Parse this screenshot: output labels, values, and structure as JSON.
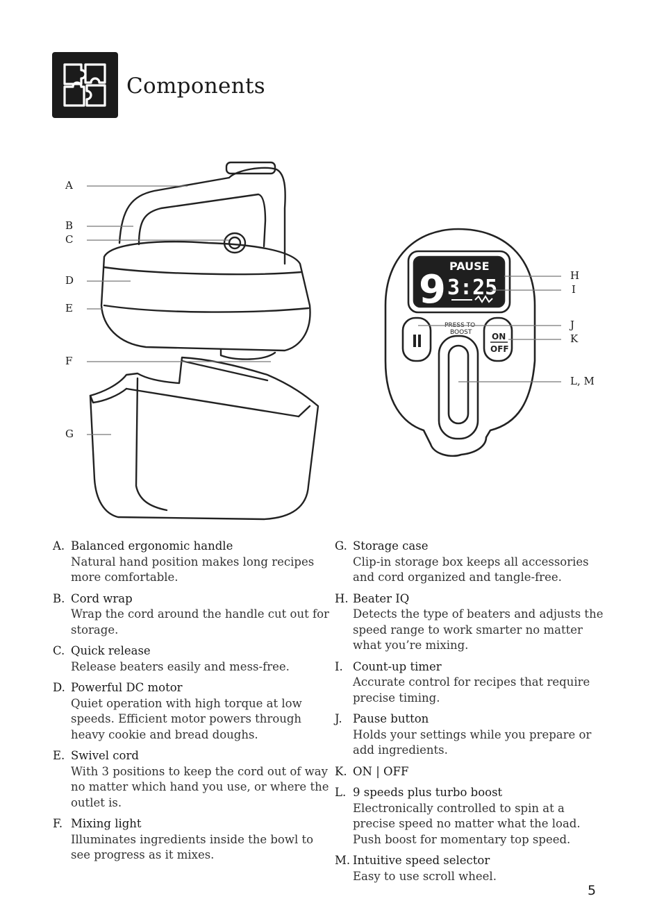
{
  "header": {
    "title": "Components",
    "icon": "puzzle-icon"
  },
  "callouts": {
    "mixer": [
      "A",
      "B",
      "C",
      "D",
      "E",
      "F",
      "G"
    ],
    "panel": [
      "H",
      "I",
      "J",
      "K",
      "L, M"
    ]
  },
  "panel_display": {
    "speed_digit": "9",
    "status": "PAUSE",
    "time": "3:25",
    "boost_line1": "PRESS TO",
    "boost_line2": "BOOST",
    "on_label": "ON",
    "off_label": "OFF"
  },
  "components_left": [
    {
      "letter": "A.",
      "name": "Balanced ergonomic handle",
      "desc": "Natural hand position makes long recipes more comfortable."
    },
    {
      "letter": "B.",
      "name": "Cord wrap",
      "desc": "Wrap the cord around the handle cut out for storage."
    },
    {
      "letter": "C.",
      "name": "Quick release",
      "desc": "Release beaters easily and mess-free."
    },
    {
      "letter": "D.",
      "name": "Powerful DC motor",
      "desc": "Quiet operation with high torque at low speeds. Efficient motor powers through heavy cookie and bread doughs."
    },
    {
      "letter": "E.",
      "name": "Swivel cord",
      "desc": "With 3 positions to keep the cord out of way no matter which hand you use, or where the outlet is."
    },
    {
      "letter": "F.",
      "name": "Mixing light",
      "desc": "Illuminates ingredients inside the bowl to see progress as it mixes."
    }
  ],
  "components_right": [
    {
      "letter": "G.",
      "name": "Storage case",
      "desc": "Clip-in storage box keeps all accessories and cord organized and tangle-free."
    },
    {
      "letter": "H.",
      "name": "Beater IQ",
      "desc": "Detects the type of beaters and adjusts the speed range to work smarter no matter what you’re mixing."
    },
    {
      "letter": "I.",
      "name": "Count-up timer",
      "desc": "Accurate control for recipes that require precise timing."
    },
    {
      "letter": "J.",
      "name": "Pause button",
      "desc": "Holds your settings while you prepare or add ingredients."
    },
    {
      "letter": "K.",
      "name": "ON | OFF",
      "desc": ""
    },
    {
      "letter": "L.",
      "name": "9 speeds plus turbo boost",
      "desc": "Electronically controlled to spin at a precise speed no matter what the load. Push boost for momentary top speed."
    },
    {
      "letter": "M.",
      "name": "Intuitive speed selector",
      "desc": "Easy to use scroll wheel."
    }
  ],
  "page_number": "5"
}
